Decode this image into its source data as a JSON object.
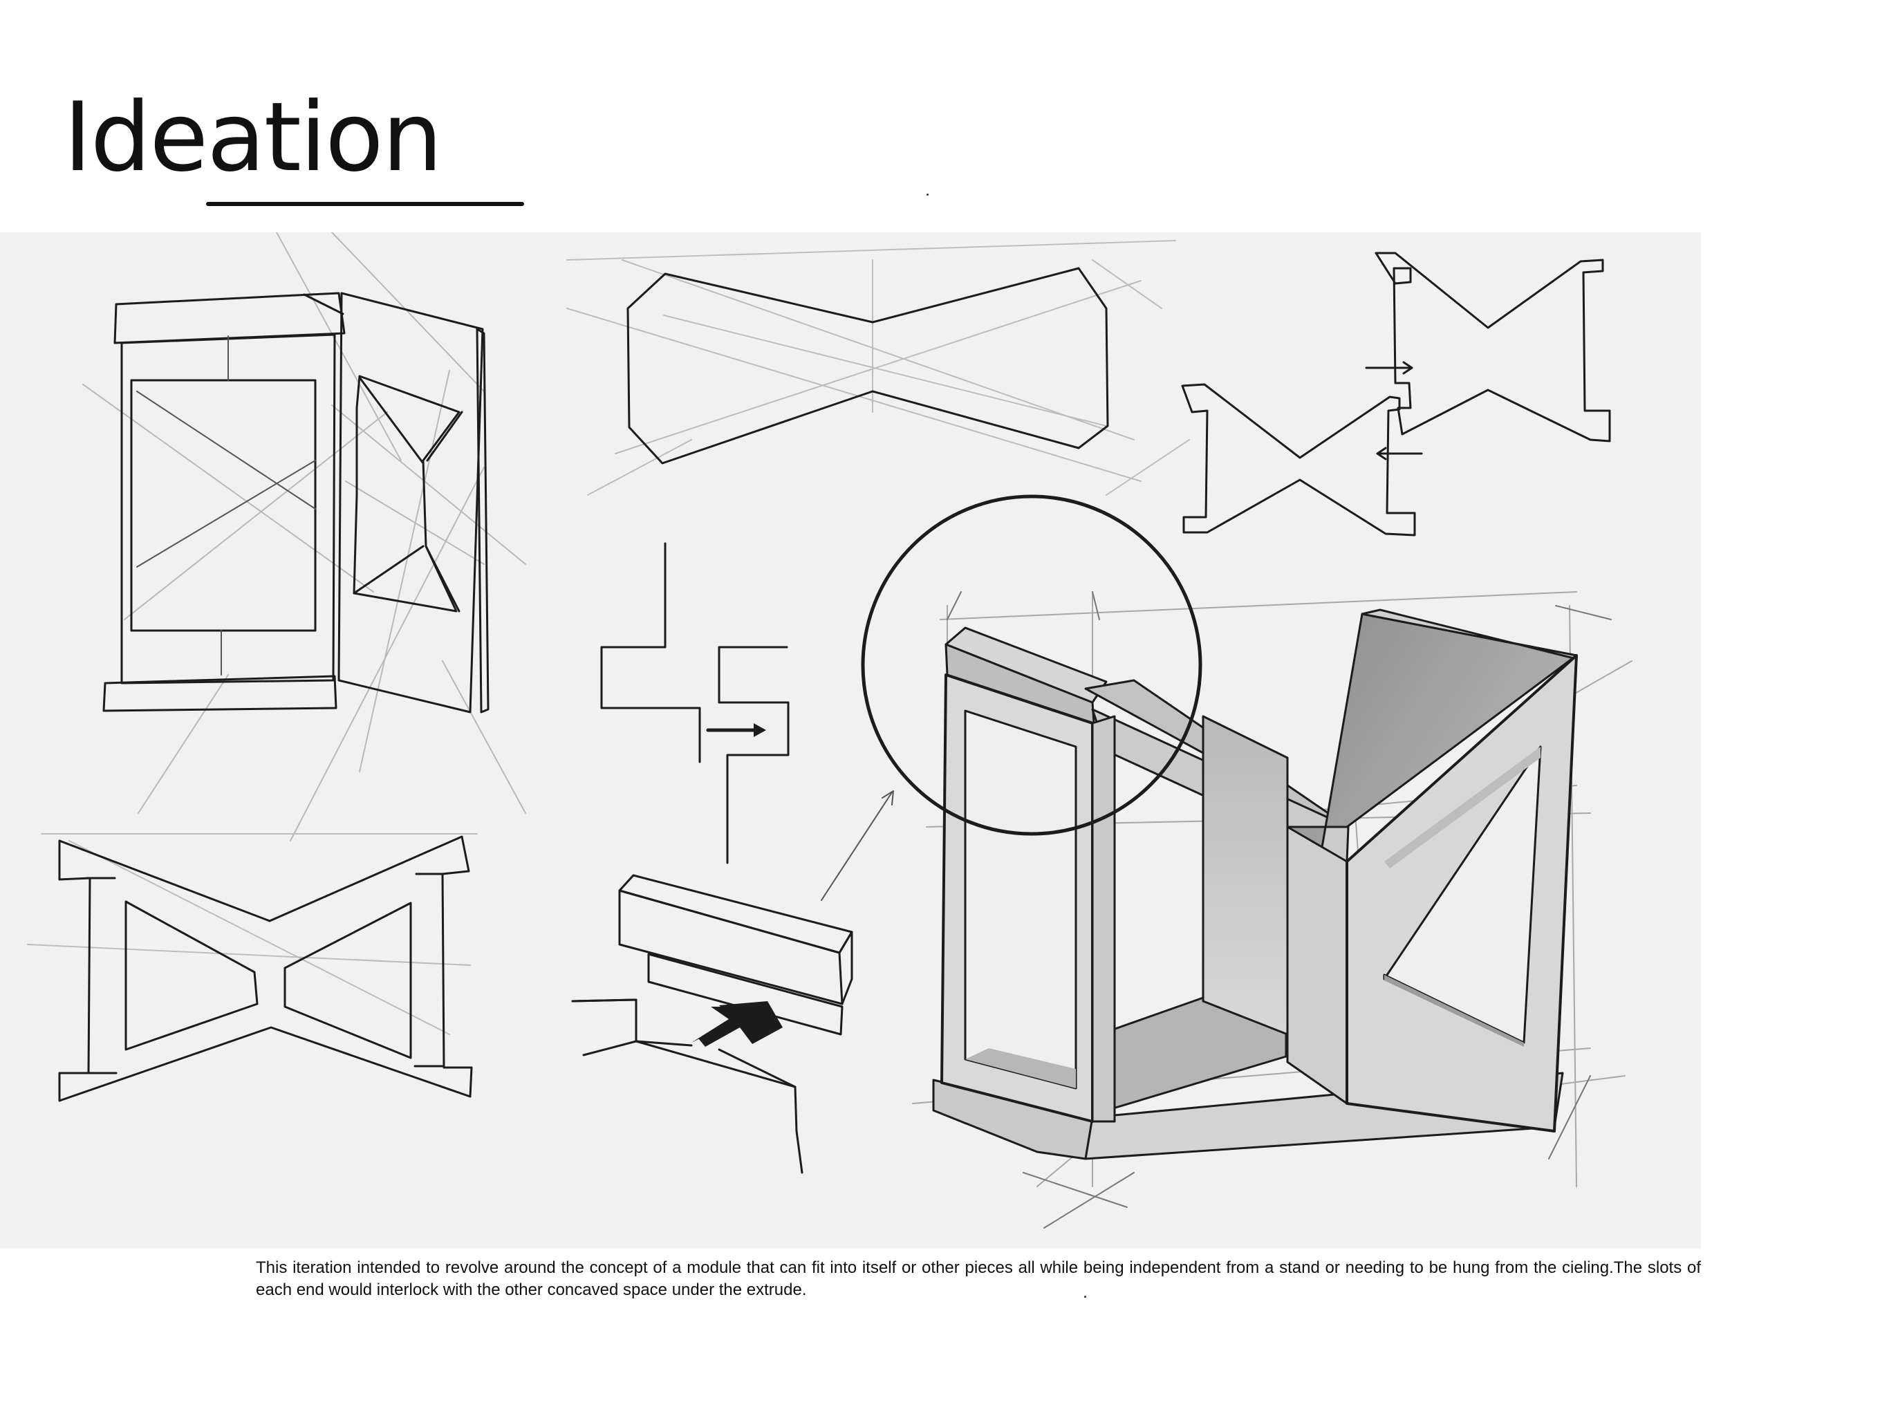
{
  "page": {
    "title": "Ideation",
    "caption": "This iteration intended to revolve around the concept of a module that can fit into itself or other pieces all while being independent from a stand or needing to be hung from the cieling.The slots of each end would interlock with the other concaved space under the extrude."
  },
  "colors": {
    "panel": "#f1f1f1",
    "ink": "#1c1c1c",
    "construction": "#b4b4b4",
    "shade_light": "#d9d9d9",
    "shade_mid": "#c4c4c4",
    "shade_dark": "#9a9a9a"
  },
  "sketches": [
    "module-perspective-sketch",
    "bowtie-profile-sketch",
    "interlocking-profiles-sketch",
    "slot-detail-sketch",
    "i-frame-profile-sketch",
    "extrude-insert-sketch",
    "shaded-module-render"
  ]
}
